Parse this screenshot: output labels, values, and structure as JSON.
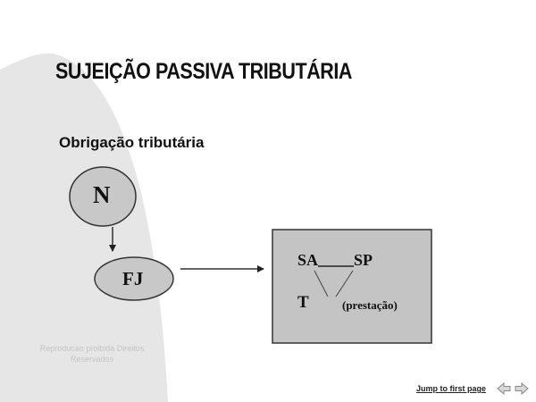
{
  "slide": {
    "title": "SUJEIÇÃO PASSIVA TRIBUTÁRIA",
    "subtitle": "Obrigação tributária"
  },
  "diagram": {
    "node_top": "N",
    "node_middle": "FJ",
    "box": {
      "left_label": "SA",
      "right_label": "SP",
      "bottom_label": "T",
      "note": "(prestação)"
    }
  },
  "footer": {
    "faint_text": "Reproducao proibida Direitos Reservados",
    "jump_link": "Jump to first page",
    "nav_icon": "double-arrow-nav-icon"
  },
  "colors": {
    "node_fill": "#c8c8c8",
    "box_fill": "#c4c4c4",
    "background_shape": "#e6e6e6"
  }
}
